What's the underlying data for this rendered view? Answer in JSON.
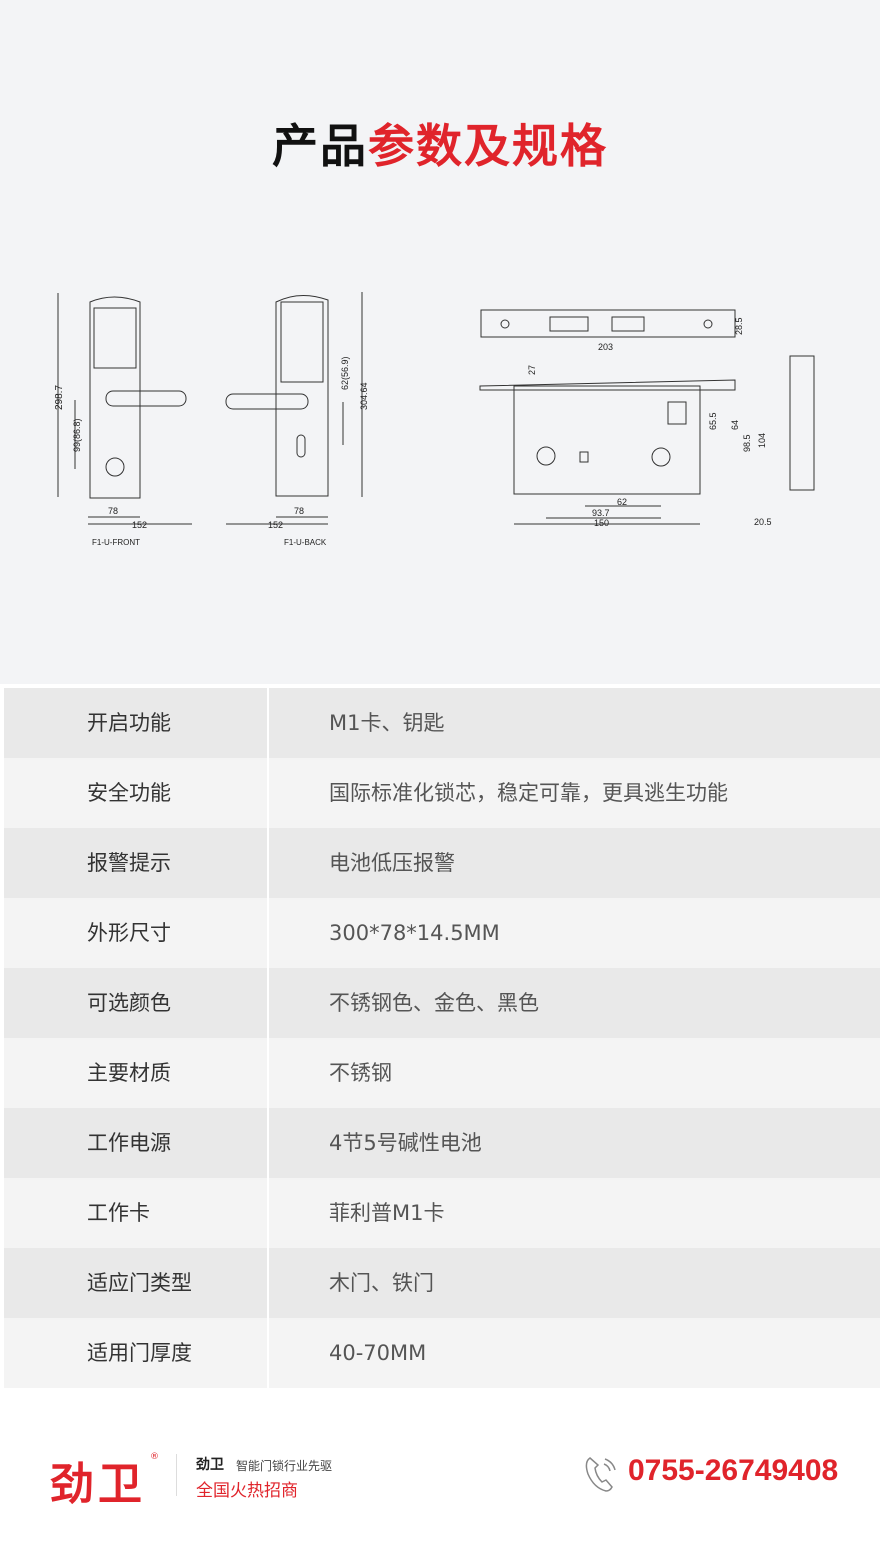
{
  "title": {
    "part1": "产品",
    "part2": "参数及规格"
  },
  "diagram": {
    "front": {
      "caption": "F1-U-FRONT",
      "height": "298.7",
      "handle": "99(86.8)",
      "width": "78",
      "total": "152"
    },
    "back": {
      "caption": "F1-U-BACK",
      "height": "304.64",
      "handle": "62(56.9)",
      "width": "78",
      "total": "152"
    },
    "mortise": {
      "faceplate_len": "203",
      "faceplate_h": "28.5",
      "top": "27",
      "d1": "65.5",
      "d2": "64",
      "d3": "98.5",
      "d4": "104",
      "c1": "62",
      "c2": "93.7",
      "c3": "150",
      "side": "20.5"
    }
  },
  "specs": [
    {
      "label": "开启功能",
      "value": "M1卡、钥匙"
    },
    {
      "label": "安全功能",
      "value": "国际标准化锁芯，稳定可靠，更具逃生功能"
    },
    {
      "label": "报警提示",
      "value": "电池低压报警"
    },
    {
      "label": "外形尺寸",
      "value": "300*78*14.5MM"
    },
    {
      "label": "可选颜色",
      "value": "不锈钢色、金色、黑色"
    },
    {
      "label": "主要材质",
      "value": "不锈钢"
    },
    {
      "label": "工作电源",
      "value": "4节5号碱性电池"
    },
    {
      "label": "工作卡",
      "value": "菲利普M1卡"
    },
    {
      "label": "适应门类型",
      "value": "木门、铁门"
    },
    {
      "label": "适用门厚度",
      "value": "40-70MM"
    }
  ],
  "footer": {
    "logo": "劲卫",
    "reg": "®",
    "brand": "劲卫",
    "slogan": "智能门锁行业先驱",
    "invite": "全国火热招商",
    "phone": "0755-26749408"
  },
  "colors": {
    "accent": "#e0242b"
  }
}
